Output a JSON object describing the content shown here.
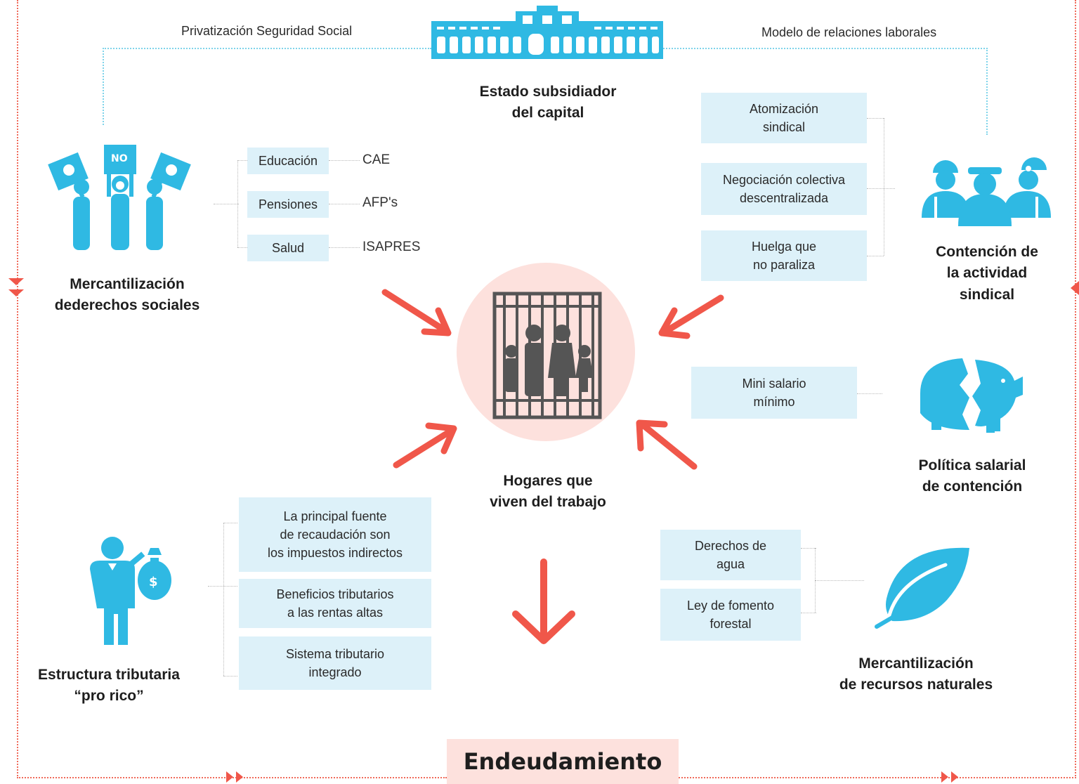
{
  "top": {
    "left_label": "Privatización Seguridad Social",
    "right_label": "Modelo de relaciones laborales",
    "center_title": "Estado subsidiador\ndel capital"
  },
  "left_upper": {
    "title": "Mercantilización\ndederechos sociales",
    "items": [
      {
        "label": "Educación",
        "note": "CAE"
      },
      {
        "label": "Pensiones",
        "note": "AFP's"
      },
      {
        "label": "Salud",
        "note": "ISAPRES"
      }
    ]
  },
  "right_upper": {
    "title": "Contención de\nla actividad\nsindical",
    "items": [
      "Atomización\nsindical",
      "Negociación colectiva\ndescentralizada",
      "Huelga que\nno paraliza"
    ]
  },
  "right_middle": {
    "title": "Política salarial\nde contención",
    "items": [
      "Mini salario\nmínimo"
    ]
  },
  "center": {
    "title": "Hogares que\nviven del trabajo"
  },
  "left_lower": {
    "title": "Estructura tributaria\n“pro rico”",
    "items": [
      "La principal fuente\nde recaudación son\nlos impuestos indirectos",
      "Beneficios tributarios\na las rentas altas",
      "Sistema tributario\nintegrado"
    ]
  },
  "right_lower": {
    "title": "Mercantilización\nde recursos naturales",
    "items": [
      "Derechos de\nagua",
      "Ley de fomento\nforestal"
    ]
  },
  "bottom": {
    "label": "Endeudamiento"
  },
  "colors": {
    "accent_blue": "#2fb9e3",
    "box_blue": "#ddf1f9",
    "arrow_red": "#f0574a",
    "pink_bg": "#fde1dd",
    "icon_gray": "#555555"
  }
}
